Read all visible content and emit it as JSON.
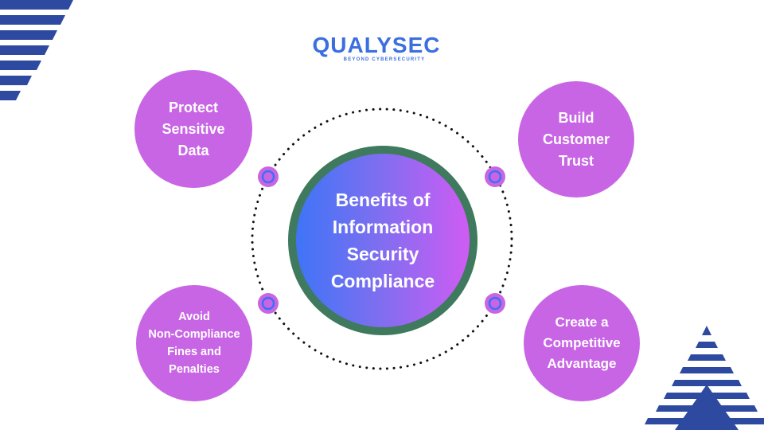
{
  "logo": {
    "name": "QUALYSEC",
    "tagline": "BEYOND CYBERSECURITY"
  },
  "center": {
    "text": "Benefits of\nInformation\nSecurity\nCompliance"
  },
  "benefits": [
    {
      "text": "Protect\nSensitive\nData"
    },
    {
      "text": "Build\nCustomer\nTrust"
    },
    {
      "text": "Avoid\nNon-Compliance\nFines and\nPenalties"
    },
    {
      "text": "Create a\nCompetitive\nAdvantage"
    }
  ],
  "colors": {
    "bubble": "#c865e5",
    "ring": "#3f7a5e",
    "gradient_start": "#3f74f7",
    "gradient_end": "#cf5cf3",
    "stripes": "#2d4aa0",
    "logo": "#3b6fe0"
  }
}
